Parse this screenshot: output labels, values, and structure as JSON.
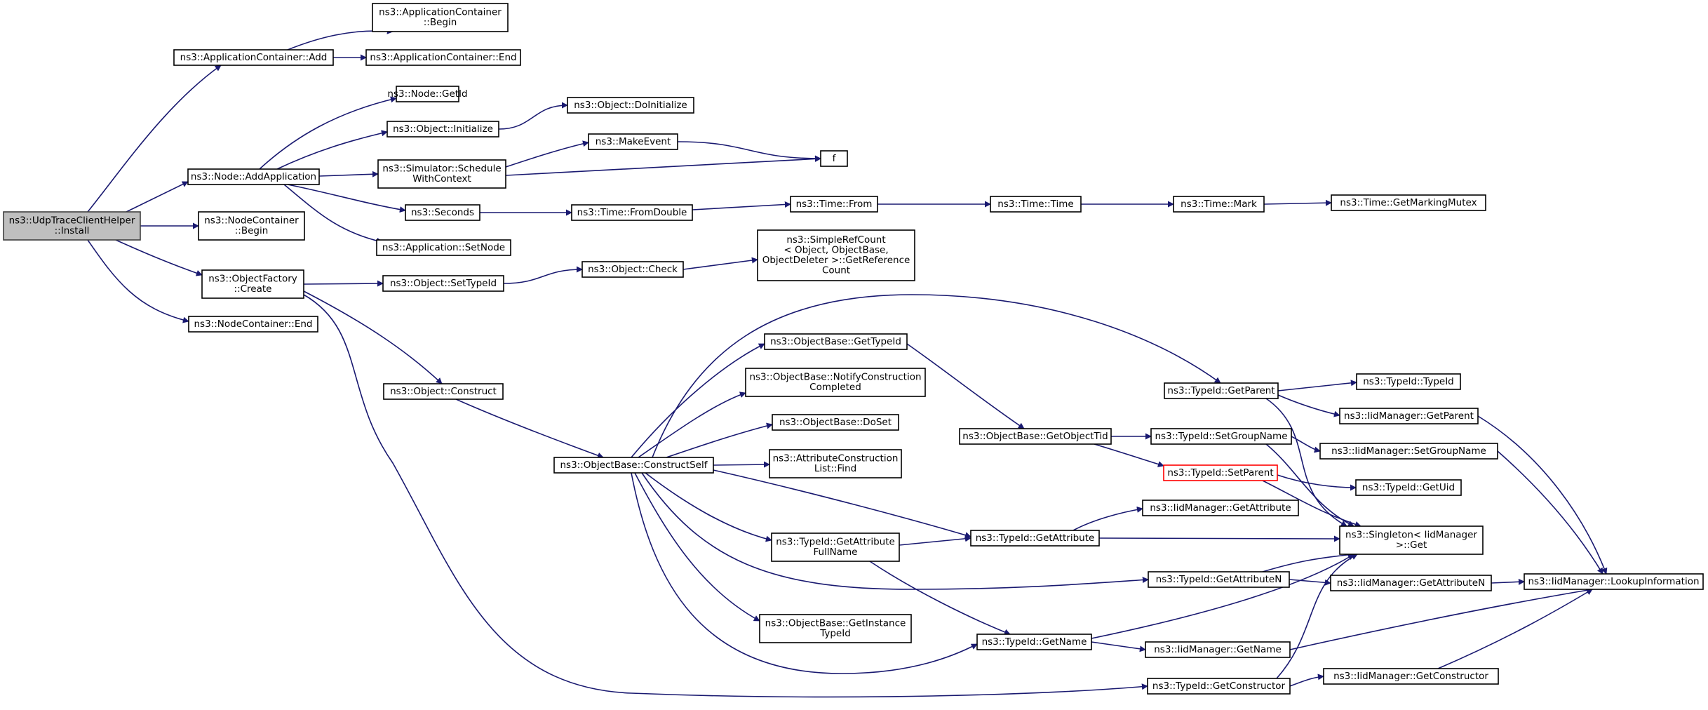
{
  "colors": {
    "edge": "#191970",
    "root_fill": "#bfbfbf",
    "highlight_border": "#ff0000",
    "box_border": "#000000"
  },
  "nodes": {
    "root": [
      "ns3::UdpTraceClientHelper",
      "::Install"
    ],
    "app_add": [
      "ns3::ApplicationContainer::Add"
    ],
    "app_begin": [
      "ns3::ApplicationContainer",
      "::Begin"
    ],
    "app_end": [
      "ns3::ApplicationContainer::End"
    ],
    "node_addapp": [
      "ns3::Node::AddApplication"
    ],
    "node_getid": [
      "ns3::Node::GetId"
    ],
    "obj_init": [
      "ns3::Object::Initialize"
    ],
    "obj_doinit": [
      "ns3::Object::DoInitialize"
    ],
    "sim_sched": [
      "ns3::Simulator::Schedule",
      "WithContext"
    ],
    "makeevent": [
      "ns3::MakeEvent"
    ],
    "f": [
      "f"
    ],
    "seconds": [
      "ns3::Seconds"
    ],
    "time_fromdouble": [
      "ns3::Time::FromDouble"
    ],
    "time_from": [
      "ns3::Time::From"
    ],
    "time_time": [
      "ns3::Time::Time"
    ],
    "time_mark": [
      "ns3::Time::Mark"
    ],
    "time_getmutex": [
      "ns3::Time::GetMarkingMutex"
    ],
    "app_setnode": [
      "ns3::Application::SetNode"
    ],
    "nc_begin": [
      "ns3::NodeContainer",
      "::Begin"
    ],
    "of_create": [
      "ns3::ObjectFactory",
      "::Create"
    ],
    "obj_settypeid": [
      "ns3::Object::SetTypeId"
    ],
    "obj_check": [
      "ns3::Object::Check"
    ],
    "srefcount": [
      "ns3::SimpleRefCount",
      "< Object, ObjectBase,",
      "ObjectDeleter >::GetReference",
      "Count"
    ],
    "nc_end": [
      "ns3::NodeContainer::End"
    ],
    "obj_construct": [
      "ns3::Object::Construct"
    ],
    "ob_constructself": [
      "ns3::ObjectBase::ConstructSelf"
    ],
    "ob_gettypeid": [
      "ns3::ObjectBase::GetTypeId"
    ],
    "ob_notify": [
      "ns3::ObjectBase::NotifyConstruction",
      "Completed"
    ],
    "ob_doset": [
      "ns3::ObjectBase::DoSet"
    ],
    "acl_find": [
      "ns3::AttributeConstruction",
      "List::Find"
    ],
    "tid_getattrfull": [
      "ns3::TypeId::GetAttribute",
      "FullName"
    ],
    "ob_getinst": [
      "ns3::ObjectBase::GetInstance",
      "TypeId"
    ],
    "ob_getobjtid": [
      "ns3::ObjectBase::GetObjectTid"
    ],
    "tid_getparent": [
      "ns3::TypeId::GetParent"
    ],
    "tid_setgroup": [
      "ns3::TypeId::SetGroupName"
    ],
    "tid_setparent": [
      "ns3::TypeId::SetParent"
    ],
    "tid_getattr": [
      "ns3::TypeId::GetAttribute"
    ],
    "tid_getattrn": [
      "ns3::TypeId::GetAttributeN"
    ],
    "tid_getname": [
      "ns3::TypeId::GetName"
    ],
    "tid_getctor": [
      "ns3::TypeId::GetConstructor"
    ],
    "iid_getattr": [
      "ns3::IidManager::GetAttribute"
    ],
    "tid_typeid": [
      "ns3::TypeId::TypeId"
    ],
    "iid_getparent": [
      "ns3::IidManager::GetParent"
    ],
    "iid_setgroup": [
      "ns3::IidManager::SetGroupName"
    ],
    "tid_getuid": [
      "ns3::TypeId::GetUid"
    ],
    "singleton_get": [
      "ns3::Singleton< IidManager",
      ">::Get"
    ],
    "iid_getattrn": [
      "ns3::IidManager::GetAttributeN"
    ],
    "iid_getname": [
      "ns3::IidManager::GetName"
    ],
    "iid_getctor": [
      "ns3::IidManager::GetConstructor"
    ],
    "iid_lookup": [
      "ns3::IidManager::LookupInformation"
    ]
  }
}
